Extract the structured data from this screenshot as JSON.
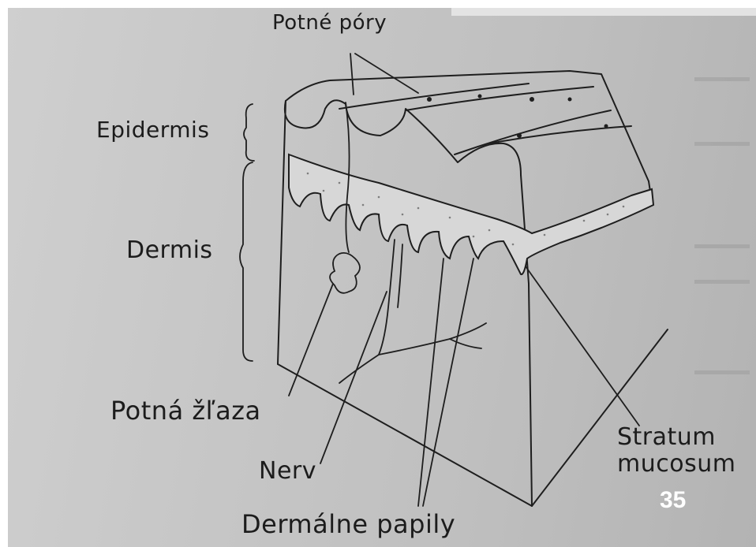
{
  "labels": {
    "sweat_pores": "Potné póry",
    "epidermis": "Epidermis",
    "dermis": "Dermis",
    "sweat_gland": "Potná žľaza",
    "nerve": "Nerv",
    "dermal_papillae": "Dermálne papily",
    "stratum_line1": "Stratum",
    "stratum_line2": "mucosum"
  },
  "page_number": "35",
  "colors": {
    "ink": "#1c1c1c",
    "paper": "#c4c4c4",
    "page_number": "#ffffff"
  }
}
